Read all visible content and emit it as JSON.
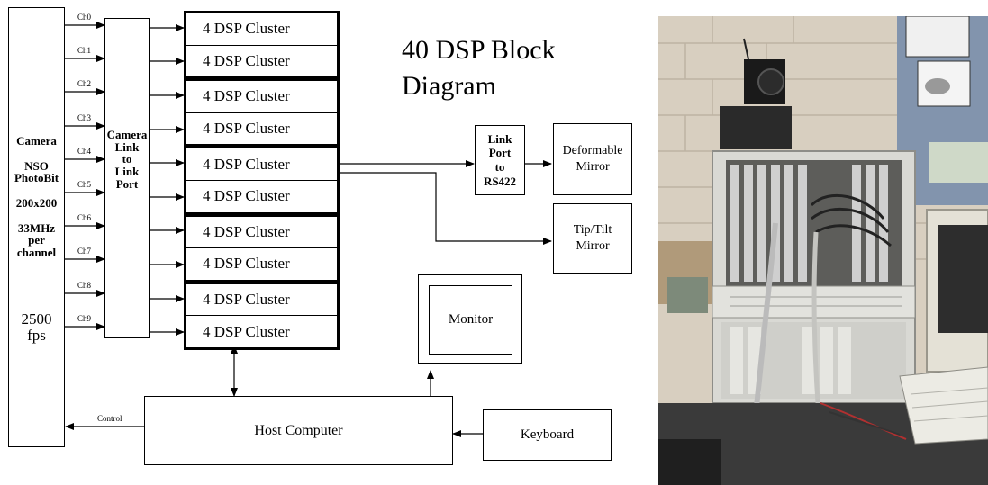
{
  "diagram": {
    "title_line1": "40 DSP Block",
    "title_line2": "Diagram",
    "camera": {
      "line1": "Camera",
      "line2": "NSO",
      "line3": "PhotoBit",
      "line4": "200x200",
      "line5": "33MHz",
      "line6": "per",
      "line7": "channel",
      "line8": "2500",
      "line9": "fps"
    },
    "channels": [
      "Ch0",
      "Ch1",
      "Ch2",
      "Ch3",
      "Ch4",
      "Ch5",
      "Ch6",
      "Ch7",
      "Ch8",
      "Ch9"
    ],
    "camera_link": {
      "line1": "Camera",
      "line2": "Link",
      "line3": "to",
      "line4": "Link",
      "line5": "Port"
    },
    "clusters": [
      "4 DSP Cluster",
      "4 DSP Cluster",
      "4 DSP Cluster",
      "4 DSP Cluster",
      "4 DSP Cluster",
      "4 DSP Cluster",
      "4 DSP Cluster",
      "4 DSP Cluster",
      "4 DSP Cluster",
      "4 DSP Cluster"
    ],
    "link_port": {
      "line1": "Link",
      "line2": "Port",
      "line3": "to",
      "line4": "RS422"
    },
    "deformable": {
      "line1": "Deformable",
      "line2": "Mirror"
    },
    "tiptilt": {
      "line1": "Tip/Tilt",
      "line2": "Mirror"
    },
    "monitor": "Monitor",
    "host": "Host Computer",
    "keyboard": "Keyboard",
    "control": "Control"
  },
  "photo": {
    "wall_color": "#d8cfc0",
    "rack_color": "#d9d9d4",
    "desk_color": "#3a3a3a"
  }
}
